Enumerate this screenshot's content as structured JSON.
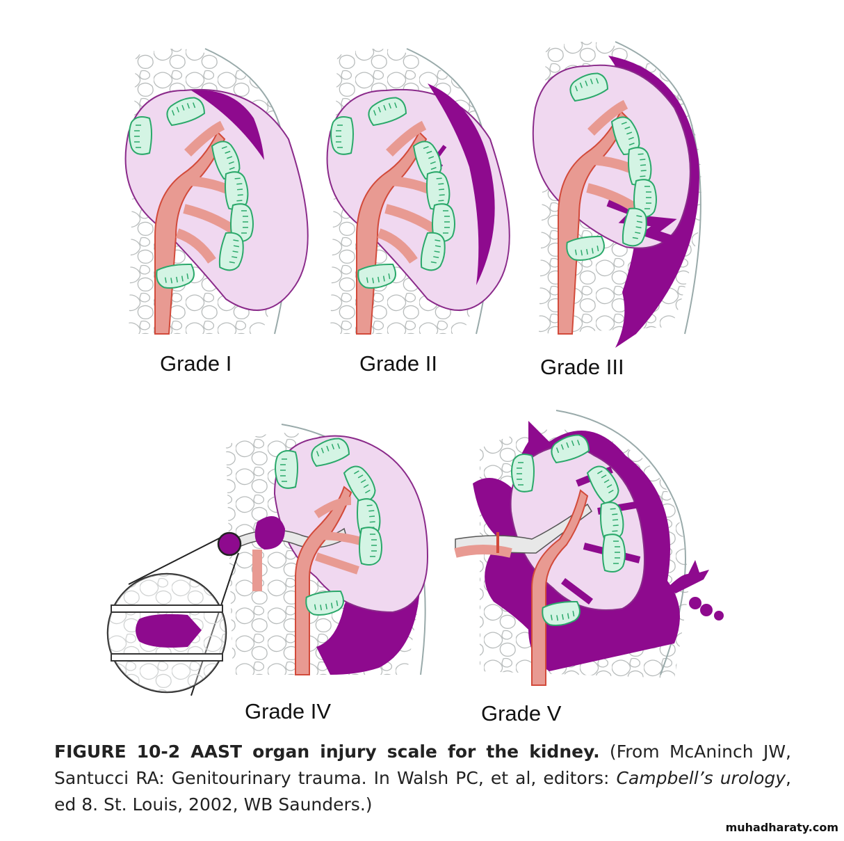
{
  "panels": [
    {
      "id": "grade-1",
      "label": "Grade I"
    },
    {
      "id": "grade-2",
      "label": "Grade II"
    },
    {
      "id": "grade-3",
      "label": "Grade III"
    },
    {
      "id": "grade-4",
      "label": "Grade IV"
    },
    {
      "id": "grade-5",
      "label": "Grade V"
    }
  ],
  "caption": {
    "figure_title": "FIGURE 10-2 AAST organ injury scale for the kidney.",
    "source_part1": " (From McAninch JW, Santucci RA: Genitourinary trauma. In Walsh PC, et al, editors: ",
    "source_book": "Campbell’s urology",
    "source_part2": ", ed 8. St. Louis, 2002, WB Saunders.)"
  },
  "watermark": "muhadharaty.com",
  "colors": {
    "kidney_cortex": "#f0d8f0",
    "kidney_outline": "#8a2a8a",
    "hematoma": "#8e0a8e",
    "pyramid_fill": "#d4f4e4",
    "pyramid_outline": "#2aa86a",
    "collecting_system": "#e89a92",
    "collecting_outline": "#d24a3a",
    "fat_lobule_outline": "#b8bcbc"
  }
}
